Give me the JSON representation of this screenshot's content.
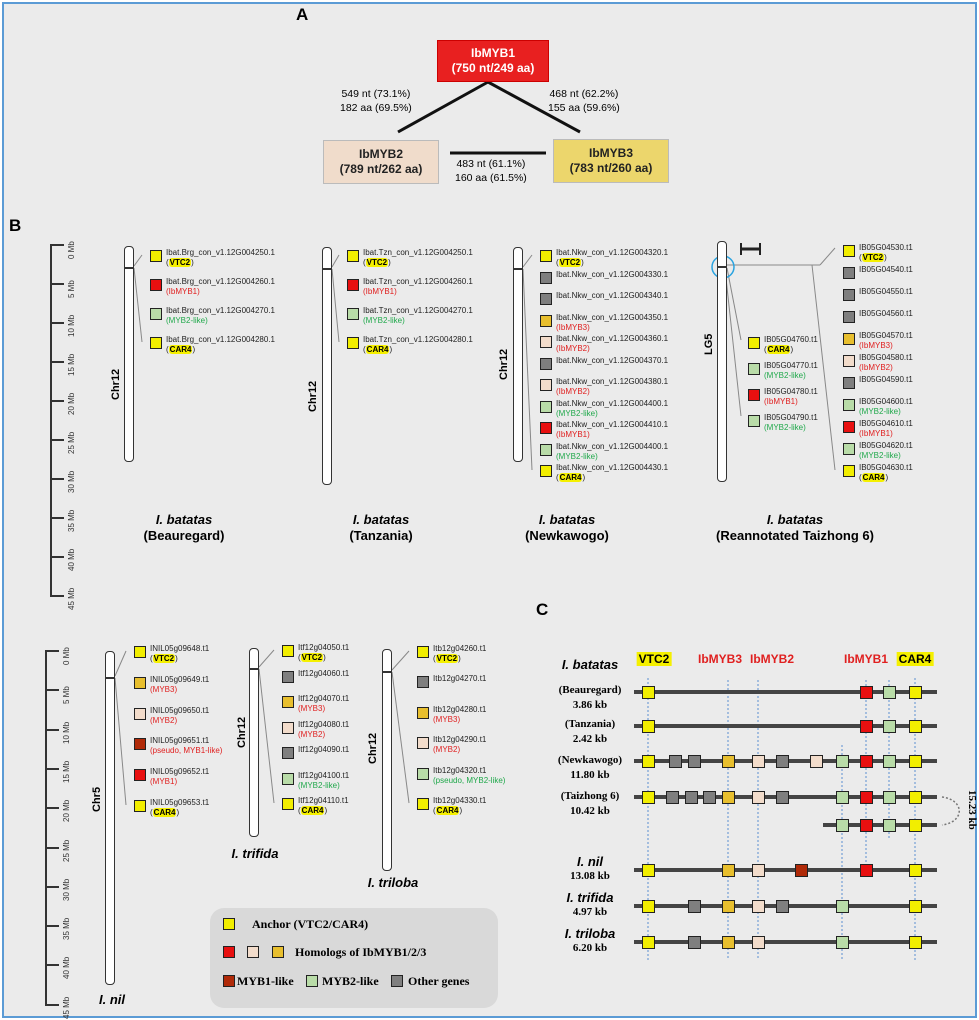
{
  "panel_labels": {
    "a": "A",
    "b": "B",
    "c": "C"
  },
  "panel_a": {
    "ibmyb1": {
      "name": "IbMYB1",
      "size": "(750 nt/249 aa)"
    },
    "ibmyb2": {
      "name": "IbMYB2",
      "size": "(789 nt/262 aa)"
    },
    "ibmyb3": {
      "name": "IbMYB3",
      "size": "(783 nt/260 aa)"
    },
    "myb1_myb2": {
      "nt": "549 nt (73.1%)",
      "aa": "182 aa (69.5%)"
    },
    "myb1_myb3": {
      "nt": "468 nt (62.2%)",
      "aa": "155 aa (59.6%)"
    },
    "myb2_myb3": {
      "nt": "483 nt (61.1%)",
      "aa": "160 aa (61.5%)"
    }
  },
  "colors": {
    "anchor": "#f2ee00",
    "myb1": "#e81010",
    "myb2": "#f2dccb",
    "myb3": "#e8bf2e",
    "myb1like": "#b02a08",
    "myb2like": "#b9dca8",
    "other": "#7f7f7f"
  },
  "ruler_ticks": [
    "0 Mb",
    "5 Mb",
    "10 Mb",
    "15 Mb",
    "20 Mb",
    "25 Mb",
    "30 Mb",
    "35 Mb",
    "40 Mb",
    "45 Mb"
  ],
  "panel_b_groups": [
    {
      "species": "I. batatas",
      "cultivar": "(Beauregard)",
      "chr": "Chr12",
      "genes": [
        {
          "id": "Ibat.Brg_con_v1.12G004250.1",
          "note": "VTC2",
          "type": "anchor"
        },
        {
          "id": "Ibat.Brg_con_v1.12G004260.1",
          "note": "(IbMYB1)",
          "type": "myb1"
        },
        {
          "id": "Ibat.Brg_con_v1.12G004270.1",
          "note": "(MYB2-like)",
          "type": "myb2like"
        },
        {
          "id": "Ibat.Brg_con_v1.12G004280.1",
          "note": "CAR4",
          "type": "anchor"
        }
      ]
    },
    {
      "species": "I. batatas",
      "cultivar": "(Tanzania)",
      "chr": "Chr12",
      "genes": [
        {
          "id": "Ibat.Tzn_con_v1.12G004250.1",
          "note": "VTC2",
          "type": "anchor"
        },
        {
          "id": "Ibat.Tzn_con_v1.12G004260.1",
          "note": "(IbMYB1)",
          "type": "myb1"
        },
        {
          "id": "Ibat.Tzn_con_v1.12G004270.1",
          "note": "(MYB2-like)",
          "type": "myb2like"
        },
        {
          "id": "Ibat.Tzn_con_v1.12G004280.1",
          "note": "CAR4",
          "type": "anchor"
        }
      ]
    },
    {
      "species": "I. batatas",
      "cultivar": "(Newkawogo)",
      "chr": "Chr12",
      "genes": [
        {
          "id": "Ibat.Nkw_con_v1.12G004320.1",
          "note": "VTC2",
          "type": "anchor"
        },
        {
          "id": "Ibat.Nkw_con_v1.12G004330.1",
          "note": "",
          "type": "other"
        },
        {
          "id": "Ibat.Nkw_con_v1.12G004340.1",
          "note": "",
          "type": "other"
        },
        {
          "id": "Ibat.Nkw_con_v1.12G004350.1",
          "note": "(IbMYB3)",
          "type": "myb3"
        },
        {
          "id": "Ibat.Nkw_con_v1.12G004360.1",
          "note": "(IbMYB2)",
          "type": "myb2"
        },
        {
          "id": "Ibat.Nkw_con_v1.12G004370.1",
          "note": "",
          "type": "other"
        },
        {
          "id": "Ibat.Nkw_con_v1.12G004380.1",
          "note": "(IbMYB2)",
          "type": "myb2"
        },
        {
          "id": "Ibat.Nkw_con_v1.12G004400.1",
          "note": "(MYB2-like)",
          "type": "myb2like"
        },
        {
          "id": "Ibat.Nkw_con_v1.12G004410.1",
          "note": "(IbMYB1)",
          "type": "myb1"
        },
        {
          "id": "Ibat.Nkw_con_v1.12G004400.1",
          "note": "(MYB2-like)",
          "type": "myb2like"
        },
        {
          "id": "Ibat.Nkw_con_v1.12G004430.1",
          "note": "CAR4",
          "type": "anchor"
        }
      ]
    },
    {
      "species": "I. batatas",
      "cultivar": "(Reannotated Taizhong 6)",
      "chr": "LG5",
      "genes_left": [
        {
          "id": "IB05G04760.t1",
          "note": "CAR4",
          "type": "anchor"
        },
        {
          "id": "IB05G04770.t1",
          "note": "(MYB2-like)",
          "type": "myb2like"
        },
        {
          "id": "IB05G04780.t1",
          "note": "(IbMYB1)",
          "type": "myb1"
        },
        {
          "id": "IB05G04790.t1",
          "note": "(MYB2-like)",
          "type": "myb2like"
        }
      ],
      "genes": [
        {
          "id": "IB05G04530.t1",
          "note": "VTC2",
          "type": "anchor"
        },
        {
          "id": "IB05G04540.t1",
          "note": "",
          "type": "other"
        },
        {
          "id": "IB05G04550.t1",
          "note": "",
          "type": "other"
        },
        {
          "id": "IB05G04560.t1",
          "note": "",
          "type": "other"
        },
        {
          "id": "IB05G04570.t1",
          "note": "(IbMYB3)",
          "type": "myb3"
        },
        {
          "id": "IB05G04580.t1",
          "note": "(IbMYB2)",
          "type": "myb2"
        },
        {
          "id": "IB05G04590.t1",
          "note": "",
          "type": "other"
        },
        {
          "id": "IB05G04600.t1",
          "note": "(MYB2-like)",
          "type": "myb2like"
        },
        {
          "id": "IB05G04610.t1",
          "note": "(IbMYB1)",
          "type": "myb1"
        },
        {
          "id": "IB05G04620.t1",
          "note": "(MYB2-like)",
          "type": "myb2like"
        },
        {
          "id": "IB05G04630.t1",
          "note": "CAR4",
          "type": "anchor"
        }
      ]
    },
    {
      "species": "I. nil",
      "cultivar": "",
      "chr": "Chr5",
      "genes": [
        {
          "id": "INIL05g09648.t1",
          "note": "VTC2",
          "type": "anchor"
        },
        {
          "id": "INIL05g09649.t1",
          "note": "(MYB3)",
          "type": "myb3"
        },
        {
          "id": "INIL05g09650.t1",
          "note": "(MYB2)",
          "type": "myb2"
        },
        {
          "id": "INIL05g09651.t1",
          "note": "(pseudo, MYB1-like)",
          "type": "myb1like"
        },
        {
          "id": "INIL05g09652.t1",
          "note": "(MYB1)",
          "type": "myb1"
        },
        {
          "id": "INIL05g09653.t1",
          "note": "CAR4",
          "type": "anchor"
        }
      ]
    },
    {
      "species": "I. trifida",
      "cultivar": "",
      "chr": "Chr12",
      "genes": [
        {
          "id": "Itf12g04050.t1",
          "note": "VTC2",
          "type": "anchor"
        },
        {
          "id": "Itf12g04060.t1",
          "note": "",
          "type": "other"
        },
        {
          "id": "Itf12g04070.t1",
          "note": "(MYB3)",
          "type": "myb3"
        },
        {
          "id": "Itf12g04080.t1",
          "note": "(MYB2)",
          "type": "myb2"
        },
        {
          "id": "Itf12g04090.t1",
          "note": "",
          "type": "other"
        },
        {
          "id": "Itf12g04100.t1",
          "note": "(MYB2-like)",
          "type": "myb2like"
        },
        {
          "id": "Itf12g04110.t1",
          "note": "CAR4",
          "type": "anchor"
        }
      ]
    },
    {
      "species": "I. triloba",
      "cultivar": "",
      "chr": "Chr12",
      "genes": [
        {
          "id": "Itb12g04260.t1",
          "note": "VTC2",
          "type": "anchor"
        },
        {
          "id": "Itb12g04270.t1",
          "note": "",
          "type": "other"
        },
        {
          "id": "Itb12g04280.t1",
          "note": "(MYB3)",
          "type": "myb3"
        },
        {
          "id": "Itb12g04290.t1",
          "note": "(MYB2)",
          "type": "myb2"
        },
        {
          "id": "Itb12g04320.t1",
          "note": "(pseudo, MYB2-like)",
          "type": "myb2like"
        },
        {
          "id": "Itb12g04330.t1",
          "note": "CAR4",
          "type": "anchor"
        }
      ]
    }
  ],
  "legend": {
    "anchor": "Anchor (VTC2/CAR4)",
    "homologs": "Homologs of IbMYB1/2/3",
    "myb1like": "MYB1-like",
    "myb2like": "MYB2-like",
    "other": "Other genes"
  },
  "panel_c": {
    "species_header": "I. batatas",
    "column_headers": [
      {
        "label": "VTC2",
        "slot": "vtc2",
        "anchor": true
      },
      {
        "label": "IbMYB3",
        "slot": "myb3",
        "anchor": false
      },
      {
        "label": "IbMYB2",
        "slot": "myb2",
        "anchor": false
      },
      {
        "label": "IbMYB1",
        "slot": "myb1",
        "anchor": false
      },
      {
        "label": "CAR4",
        "slot": "car4",
        "anchor": true
      }
    ],
    "gap_label": "15.23 kb",
    "rows": [
      {
        "name": "(Beauregard)",
        "size": "3.86 kb",
        "italic": false,
        "genes": [
          [
            "vtc2",
            "anchor"
          ],
          [
            "myb1",
            "myb1"
          ],
          [
            "l2",
            "myb2like"
          ],
          [
            "car4",
            "anchor"
          ]
        ]
      },
      {
        "name": "(Tanzania)",
        "size": "2.42 kb",
        "italic": false,
        "genes": [
          [
            "vtc2",
            "anchor"
          ],
          [
            "myb1",
            "myb1"
          ],
          [
            "l2",
            "myb2like"
          ],
          [
            "car4",
            "anchor"
          ]
        ]
      },
      {
        "name": "(Newkawogo)",
        "size": "11.80 kb",
        "italic": false,
        "genes": [
          [
            "vtc2",
            "anchor"
          ],
          [
            "o1",
            "other"
          ],
          [
            "o2",
            "other"
          ],
          [
            "myb3",
            "myb3"
          ],
          [
            "myb2",
            "myb2"
          ],
          [
            "o4",
            "other"
          ],
          [
            "myb2b",
            "myb2"
          ],
          [
            "l1",
            "myb2like"
          ],
          [
            "myb1",
            "myb1"
          ],
          [
            "l2",
            "myb2like"
          ],
          [
            "car4",
            "anchor"
          ]
        ]
      },
      {
        "name": "(Taizhong 6)",
        "size": "10.42 kb",
        "italic": false,
        "genes": [
          [
            "vtc2",
            "anchor"
          ],
          [
            "t1",
            "other"
          ],
          [
            "t2",
            "other"
          ],
          [
            "t3",
            "other"
          ],
          [
            "myb3",
            "myb3"
          ],
          [
            "myb2",
            "myb2"
          ],
          [
            "o4",
            "other"
          ],
          [
            "l1",
            "myb2like"
          ],
          [
            "myb1",
            "myb1"
          ],
          [
            "l2",
            "myb2like"
          ],
          [
            "car4",
            "anchor"
          ]
        ]
      },
      {
        "name": "",
        "size": "",
        "italic": false,
        "partial": true,
        "genes": [
          [
            "l1",
            "myb2like"
          ],
          [
            "myb1",
            "myb1"
          ],
          [
            "l2",
            "myb2like"
          ],
          [
            "car4",
            "anchor"
          ]
        ]
      },
      {
        "name": "I. nil",
        "size": "13.08 kb",
        "italic": true,
        "genes": [
          [
            "vtc2",
            "anchor"
          ],
          [
            "myb3",
            "myb3"
          ],
          [
            "myb2",
            "myb2"
          ],
          [
            "m1l",
            "myb1like"
          ],
          [
            "myb1",
            "myb1"
          ],
          [
            "car4",
            "anchor"
          ]
        ]
      },
      {
        "name": "I. trifida",
        "size": "4.97 kb",
        "italic": true,
        "genes": [
          [
            "vtc2",
            "anchor"
          ],
          [
            "o2",
            "other"
          ],
          [
            "myb3",
            "myb3"
          ],
          [
            "myb2",
            "myb2"
          ],
          [
            "o4",
            "other"
          ],
          [
            "l1",
            "myb2like"
          ],
          [
            "car4",
            "anchor"
          ]
        ]
      },
      {
        "name": "I. triloba",
        "size": "6.20 kb",
        "italic": true,
        "genes": [
          [
            "vtc2",
            "anchor"
          ],
          [
            "o2",
            "other"
          ],
          [
            "myb3",
            "myb3"
          ],
          [
            "myb2",
            "myb2"
          ],
          [
            "l1",
            "myb2like"
          ],
          [
            "car4",
            "anchor"
          ]
        ]
      }
    ]
  }
}
